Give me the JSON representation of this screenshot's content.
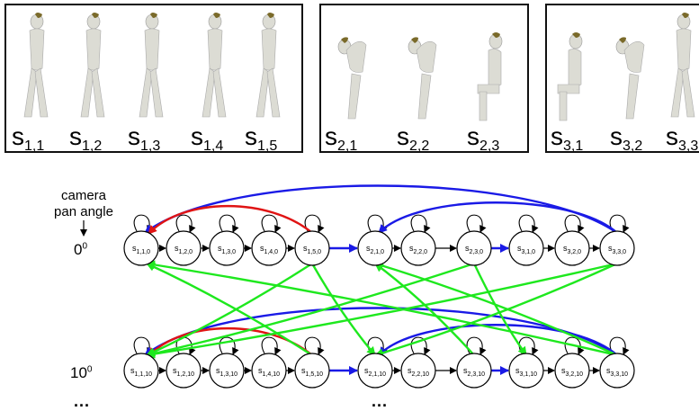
{
  "panels": [
    {
      "labels": [
        [
          "s",
          "1,1"
        ],
        [
          "s",
          "1,2"
        ],
        [
          "s",
          "1,3"
        ],
        [
          "s",
          "1,4"
        ],
        [
          "s",
          "1,5"
        ]
      ]
    },
    {
      "labels": [
        [
          "s",
          "2,1"
        ],
        [
          "s",
          "2,2"
        ],
        [
          "s",
          "2,3"
        ]
      ]
    },
    {
      "labels": [
        [
          "s",
          "3,1"
        ],
        [
          "s",
          "3,2"
        ],
        [
          "s",
          "3,3"
        ]
      ]
    }
  ],
  "axis_label": "camera\npan angle",
  "row_angles": [
    {
      "value": "0",
      "sup": "0"
    },
    {
      "value": "10",
      "sup": "0"
    }
  ],
  "ellipsis_left": "...",
  "ellipsis_mid": "...",
  "states_row0": [
    [
      "s",
      "1,1,0"
    ],
    [
      "s",
      "1,2,0"
    ],
    [
      "s",
      "1,3,0"
    ],
    [
      "s",
      "1,4,0"
    ],
    [
      "s",
      "1,5,0"
    ],
    [
      "s",
      "2,1,0"
    ],
    [
      "s",
      "2,2,0"
    ],
    [
      "s",
      "2,3,0"
    ],
    [
      "s",
      "3,1,0"
    ],
    [
      "s",
      "3,2,0"
    ],
    [
      "s",
      "3,3,0"
    ]
  ],
  "states_row1": [
    [
      "s",
      "1,1,10"
    ],
    [
      "s",
      "1,2,10"
    ],
    [
      "s",
      "1,3,10"
    ],
    [
      "s",
      "1,4,10"
    ],
    [
      "s",
      "1,5,10"
    ],
    [
      "s",
      "2,1,10"
    ],
    [
      "s",
      "2,2,10"
    ],
    [
      "s",
      "2,3,10"
    ],
    [
      "s",
      "3,1,10"
    ],
    [
      "s",
      "3,2,10"
    ],
    [
      "s",
      "3,3,10"
    ]
  ],
  "colors": {
    "blue": "#1a1ae6",
    "red": "#e01414",
    "green": "#1ee81e",
    "figure": "#dcdcd4",
    "hair": "#7a6a2a"
  }
}
